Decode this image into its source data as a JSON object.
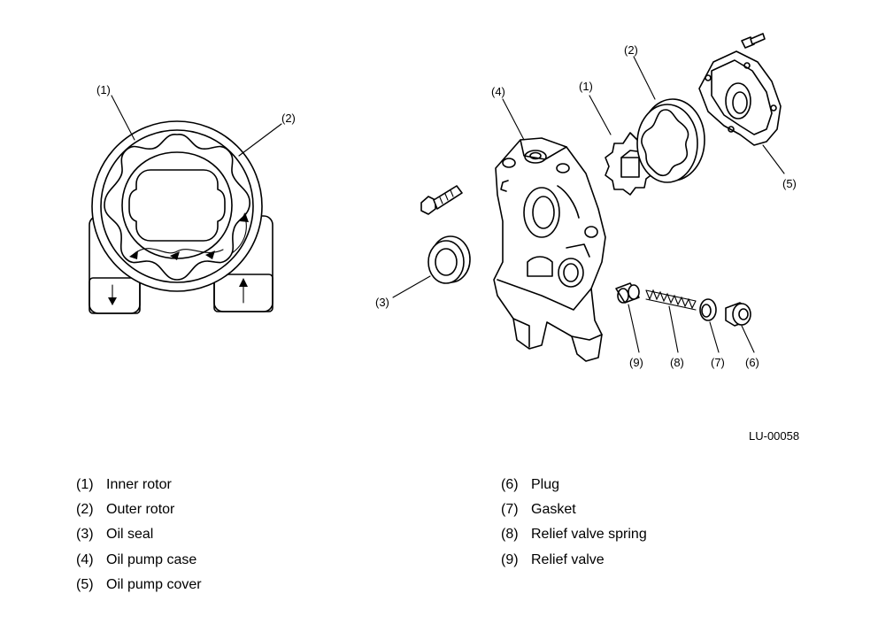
{
  "figure": {
    "id_label": "LU-00058",
    "left_view_callouts": [
      "(1)",
      "(2)"
    ],
    "exploded_callouts": [
      "(4)",
      "(1)",
      "(2)",
      "(5)",
      "(3)",
      "(9)",
      "(8)",
      "(7)",
      "(6)"
    ]
  },
  "legend": {
    "left": [
      {
        "num": "(1)",
        "label": "Inner rotor"
      },
      {
        "num": "(2)",
        "label": "Outer rotor"
      },
      {
        "num": "(3)",
        "label": "Oil seal"
      },
      {
        "num": "(4)",
        "label": "Oil pump case"
      },
      {
        "num": "(5)",
        "label": "Oil pump cover"
      }
    ],
    "right": [
      {
        "num": "(6)",
        "label": "Plug"
      },
      {
        "num": "(7)",
        "label": "Gasket"
      },
      {
        "num": "(8)",
        "label": "Relief valve spring"
      },
      {
        "num": "(9)",
        "label": "Relief valve"
      }
    ]
  }
}
